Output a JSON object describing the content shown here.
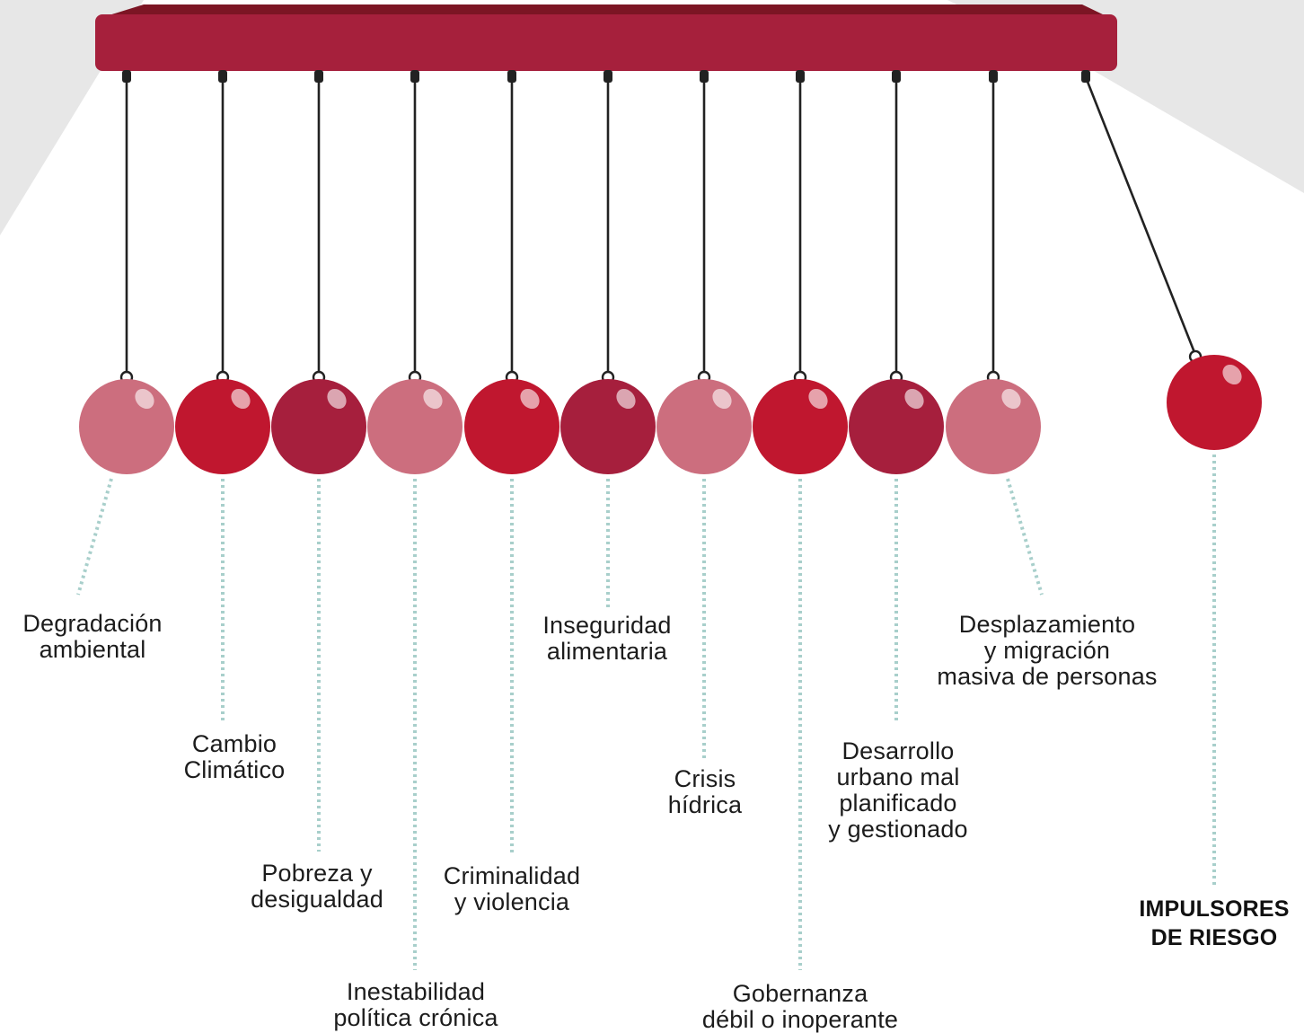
{
  "colors": {
    "bar": "#a6203c",
    "bar_top": "#7c1524",
    "light": "#cc6e7e",
    "bright": "#c0172f",
    "dark": "#a61f3d",
    "connector": "#a8cfcb",
    "string": "#222222",
    "background_shape": "#e7e7e7"
  },
  "balls": [
    {
      "id": "degradacion",
      "tone": "light",
      "lines": [
        "Degradación",
        "ambiental"
      ]
    },
    {
      "id": "cambio",
      "tone": "bright",
      "lines": [
        "Cambio",
        "Climático"
      ]
    },
    {
      "id": "pobreza",
      "tone": "dark",
      "lines": [
        "Pobreza y",
        "desigualdad"
      ]
    },
    {
      "id": "inestabilidad",
      "tone": "light",
      "lines": [
        "Inestabilidad",
        "política crónica"
      ]
    },
    {
      "id": "criminalidad",
      "tone": "bright",
      "lines": [
        "Criminalidad",
        "y violencia"
      ]
    },
    {
      "id": "inseguridad",
      "tone": "dark",
      "lines": [
        "Inseguridad",
        "alimentaria"
      ]
    },
    {
      "id": "crisis",
      "tone": "light",
      "lines": [
        "Crisis",
        "hídrica"
      ]
    },
    {
      "id": "gobernanza",
      "tone": "bright",
      "lines": [
        "Gobernanza",
        "débil o inoperante"
      ]
    },
    {
      "id": "desarrollo",
      "tone": "dark",
      "lines": [
        "Desarrollo",
        "urbano mal",
        "planificado",
        "y gestionado"
      ]
    },
    {
      "id": "desplazamiento",
      "tone": "light",
      "lines": [
        "Desplazamiento",
        "y migración",
        "masiva de personas"
      ]
    },
    {
      "id": "impulsores",
      "tone": "bright",
      "bold": true,
      "lines": [
        "IMPULSORES",
        "DE RIESGO"
      ]
    }
  ]
}
